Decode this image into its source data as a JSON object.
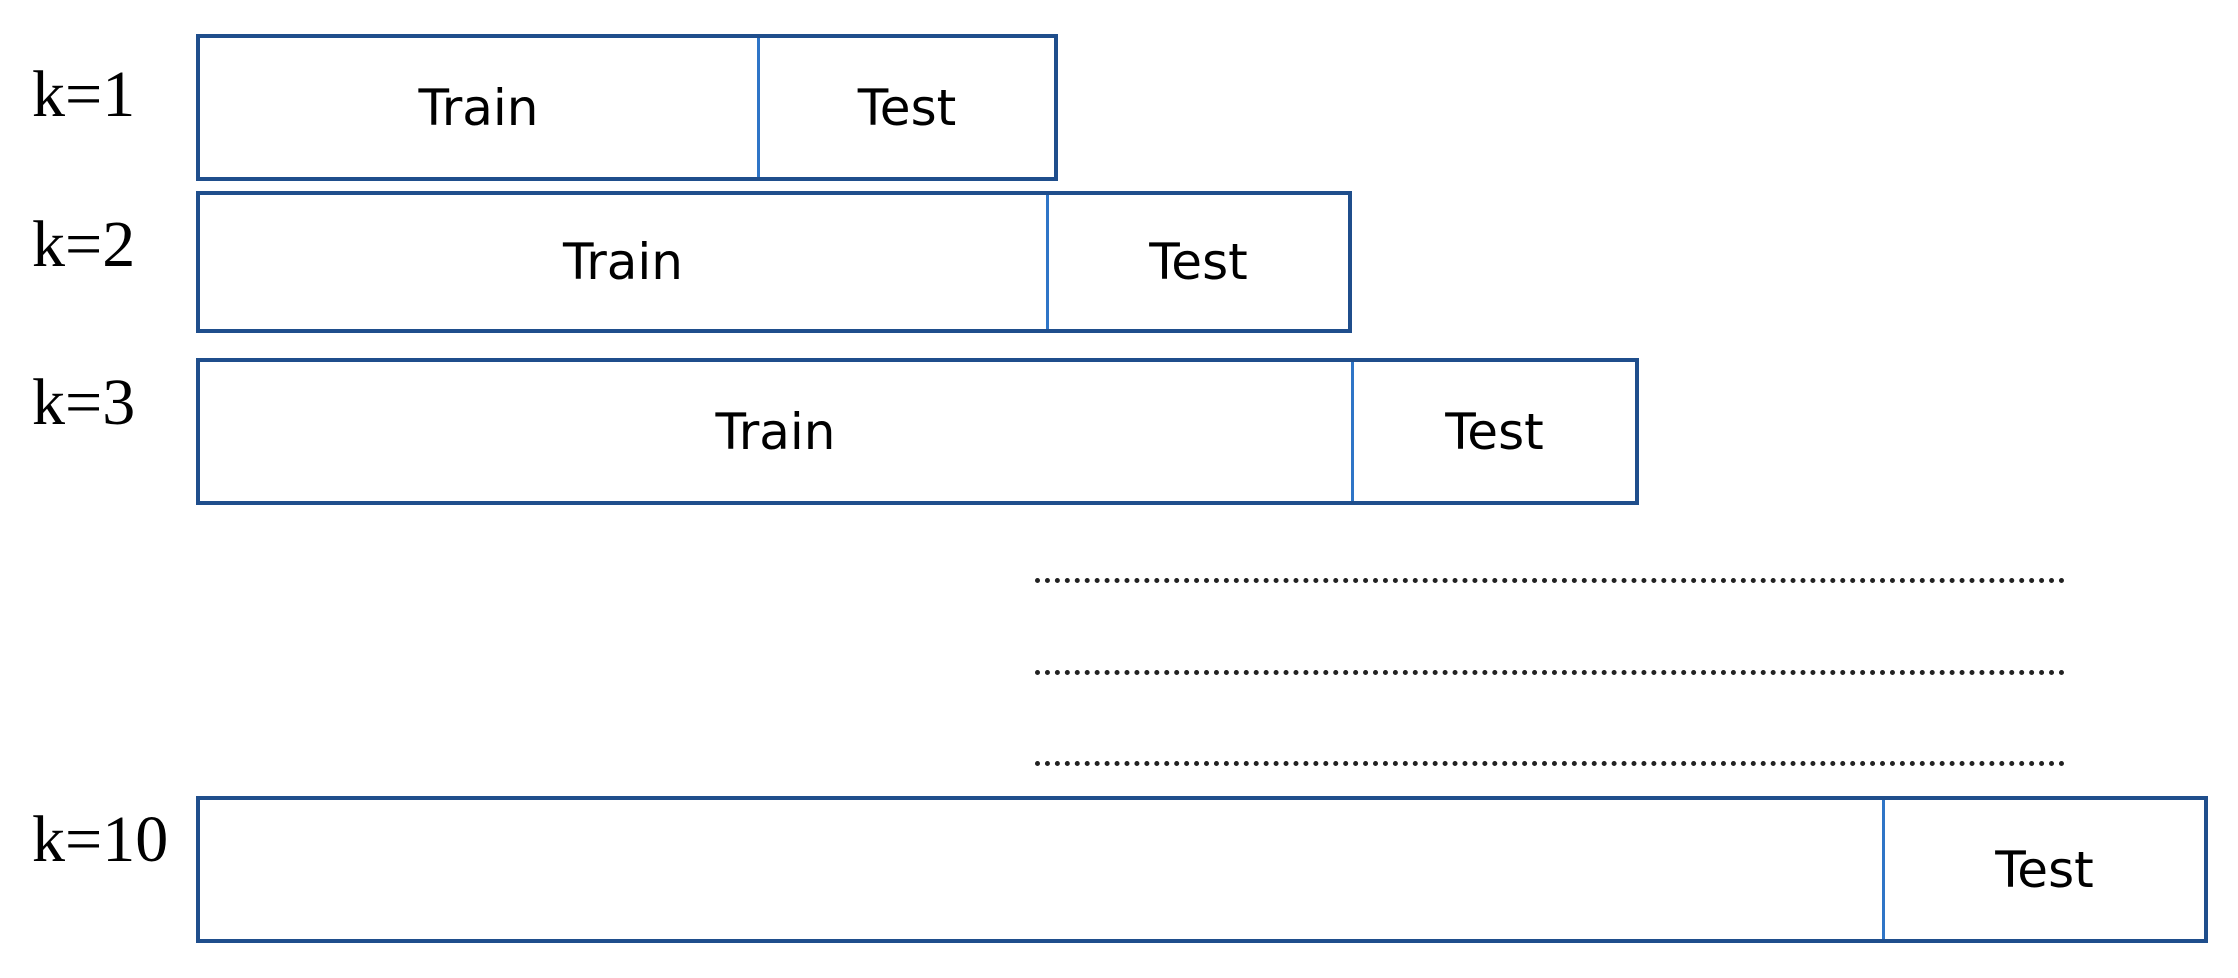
{
  "folds": [
    {
      "label": "k=1",
      "segments": [
        {
          "kind": "train",
          "text": "Train"
        },
        {
          "kind": "test",
          "text": "Test"
        }
      ]
    },
    {
      "label": "k=2",
      "segments": [
        {
          "kind": "train",
          "text": "Train"
        },
        {
          "kind": "test",
          "text": "Test"
        }
      ]
    },
    {
      "label": "k=3",
      "segments": [
        {
          "kind": "train",
          "text": "Train"
        },
        {
          "kind": "test",
          "text": "Test"
        }
      ]
    },
    {
      "label": "k=10",
      "segments": [
        {
          "kind": "train",
          "text": ""
        },
        {
          "kind": "test",
          "text": "Test"
        }
      ]
    }
  ],
  "colors": {
    "bar_border": "#1f4e8c",
    "divider": "#2e75c7",
    "dots": "#222222"
  }
}
